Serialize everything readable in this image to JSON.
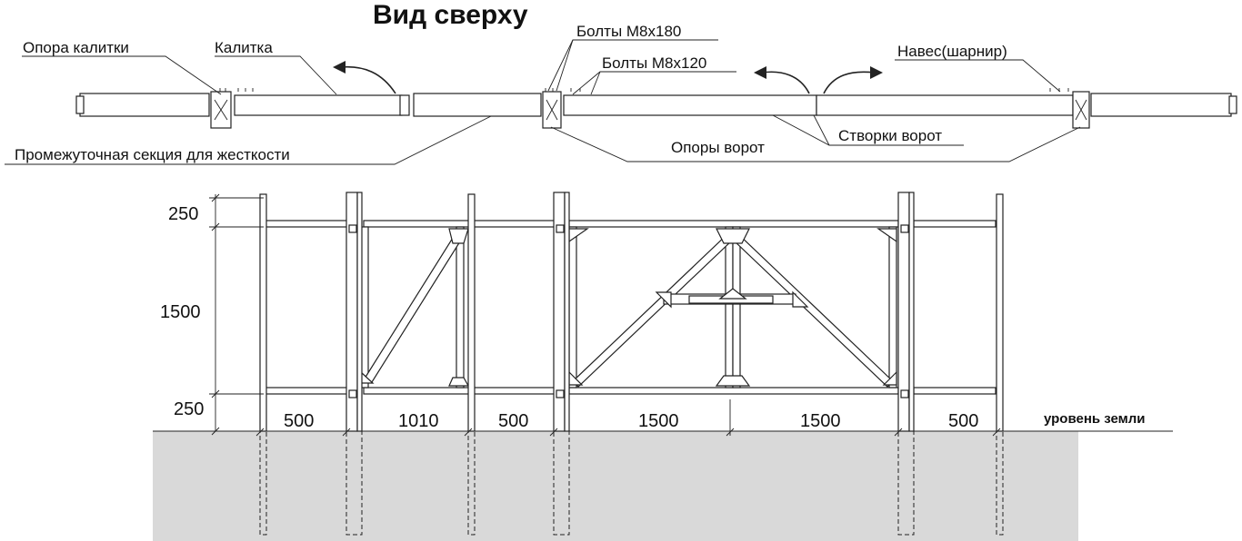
{
  "top_view": {
    "title": "Вид сверху",
    "labels": {
      "gate_post": "Опора калитки",
      "wicket": "Калитка",
      "bolts_180": "Болты M8x180",
      "bolts_120": "Болты M8x120",
      "hinge": "Навес(шарнир)",
      "intermediate_section": "Промежуточная секция для жесткости",
      "gate_posts": "Опоры ворот",
      "gate_leaves": "Створки ворот"
    }
  },
  "front_view": {
    "dims_vertical": [
      "250",
      "1500",
      "250"
    ],
    "dims_horizontal": [
      "500",
      "1010",
      "500",
      "1500",
      "1500",
      "500"
    ],
    "ground_label": "уровень земли"
  },
  "colors": {
    "line": "#222222",
    "ground": "#d9d9d9",
    "background": "#ffffff"
  }
}
